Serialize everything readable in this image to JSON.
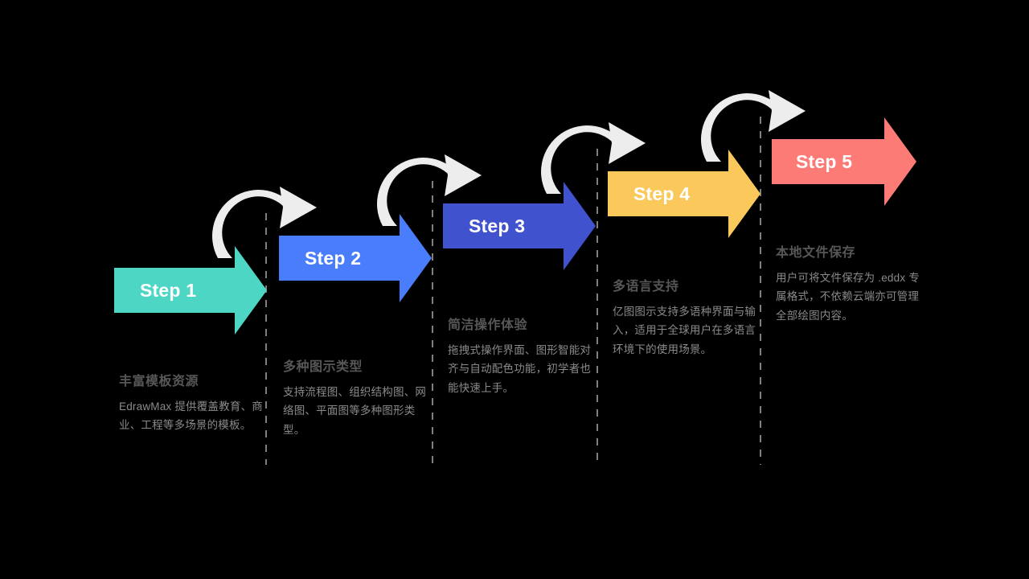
{
  "diagram": {
    "type": "5-step ascending arrow process infographic",
    "background_color": "#000000",
    "divider_color": "#808080",
    "curve_arrow_color": "#EDEDED",
    "title_text_color": "#575757",
    "body_text_color": "#8A8A8A",
    "step_label_color": "#FFFFFF"
  },
  "steps": [
    {
      "label": "Step 1",
      "color": "#4ED6C4",
      "title": "丰富模板资源",
      "body": "EdrawMax 提供覆盖教育、商业、工程等多场景的模板。"
    },
    {
      "label": "Step 2",
      "color": "#4A7DFB",
      "title": "多种图示类型",
      "body": "支持流程图、组织结构图、网络图、平面图等多种图形类型。"
    },
    {
      "label": "Step 3",
      "color": "#4052CE",
      "title": "简洁操作体验",
      "body": "拖拽式操作界面、图形智能对齐与自动配色功能，初学者也能快速上手。"
    },
    {
      "label": "Step 4",
      "color": "#FBC95B",
      "title": "多语言支持",
      "body": "亿图图示支持多语种界面与输入，适用于全球用户在多语言环境下的使用场景。"
    },
    {
      "label": "Step 5",
      "color": "#FC7B76",
      "title": "本地文件保存",
      "body": "用户可将文件保存为 .eddx 专属格式，不依赖云端亦可管理全部绘图内容。"
    }
  ],
  "connectors": [
    {
      "name": "curve-arrow-1-to-2"
    },
    {
      "name": "curve-arrow-2-to-3"
    },
    {
      "name": "curve-arrow-3-to-4"
    },
    {
      "name": "curve-arrow-4-to-5"
    }
  ],
  "dividers": [
    {
      "name": "divider-1"
    },
    {
      "name": "divider-2"
    },
    {
      "name": "divider-3"
    },
    {
      "name": "divider-4"
    }
  ]
}
